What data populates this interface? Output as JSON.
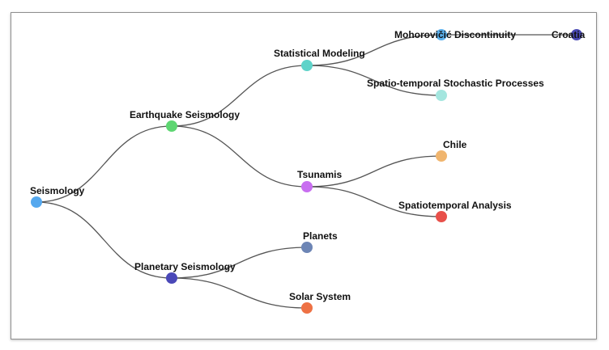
{
  "tree": {
    "nodes": [
      {
        "id": "seismology",
        "label": "Seismology",
        "color": "#55a8ee"
      },
      {
        "id": "earthquake",
        "label": "Earthquake Seismology",
        "color": "#5ed672"
      },
      {
        "id": "planetary",
        "label": "Planetary Seismology",
        "color": "#4a48b8"
      },
      {
        "id": "statistical",
        "label": "Statistical Modeling",
        "color": "#5fd3c9"
      },
      {
        "id": "tsunamis",
        "label": "Tsunamis",
        "color": "#c86ef0"
      },
      {
        "id": "planets",
        "label": "Planets",
        "color": "#6d85b5"
      },
      {
        "id": "solar",
        "label": "Solar System",
        "color": "#ee7144"
      },
      {
        "id": "moho",
        "label": "Mohorovičić Discontinuity",
        "color": "#5bb1ee"
      },
      {
        "id": "spatio_stoch",
        "label": "Spatio-temporal Stochastic Processes",
        "color": "#a4e6df"
      },
      {
        "id": "chile",
        "label": "Chile",
        "color": "#f0b56e"
      },
      {
        "id": "spatio_analysis",
        "label": "Spatiotemporal Analysis",
        "color": "#e8504a"
      },
      {
        "id": "croatia",
        "label": "Croatia",
        "color": "#4848b2"
      }
    ],
    "links": [
      [
        "seismology",
        "earthquake"
      ],
      [
        "seismology",
        "planetary"
      ],
      [
        "earthquake",
        "statistical"
      ],
      [
        "earthquake",
        "tsunamis"
      ],
      [
        "planetary",
        "planets"
      ],
      [
        "planetary",
        "solar"
      ],
      [
        "statistical",
        "moho"
      ],
      [
        "statistical",
        "spatio_stoch"
      ],
      [
        "tsunamis",
        "chile"
      ],
      [
        "tsunamis",
        "spatio_analysis"
      ],
      [
        "moho",
        "croatia"
      ]
    ]
  }
}
